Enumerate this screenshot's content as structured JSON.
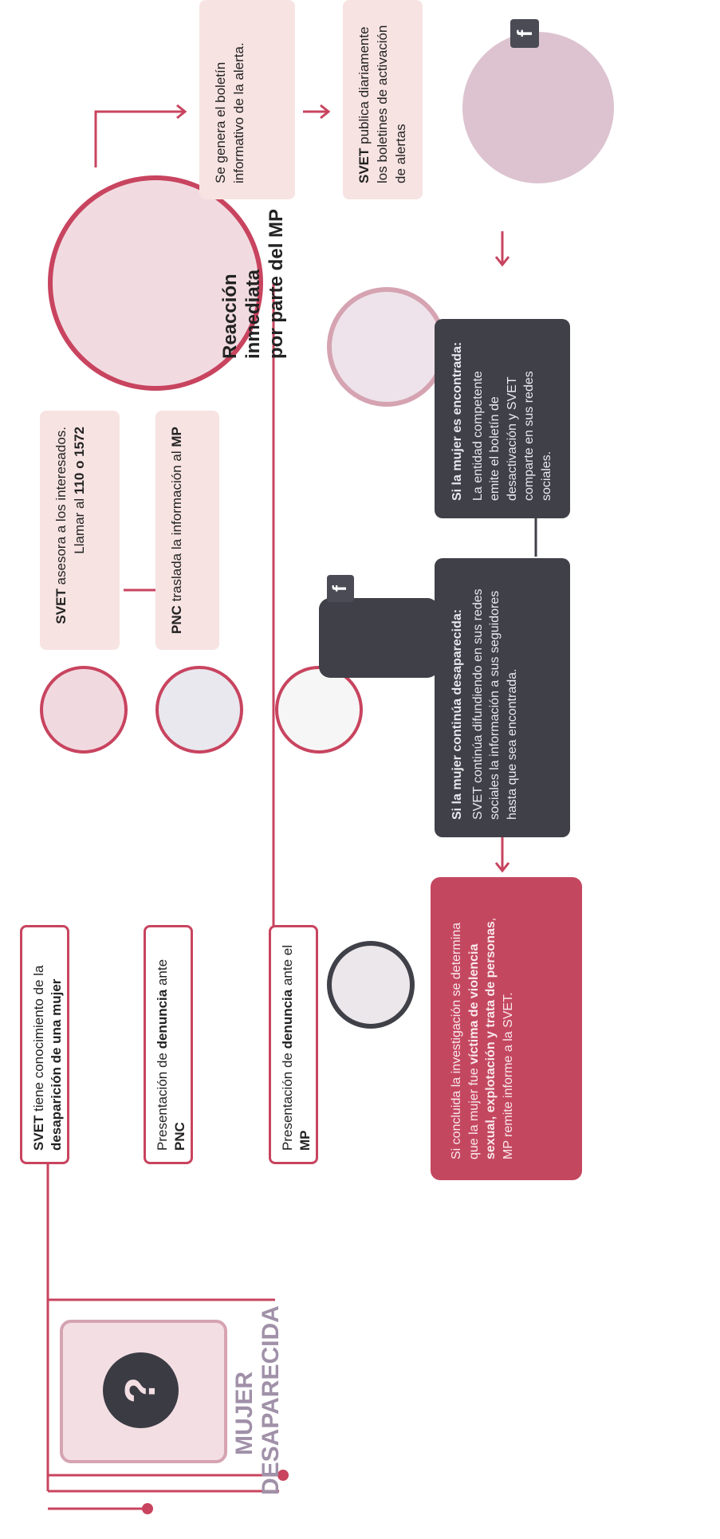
{
  "colors": {
    "accent": "#c8445f",
    "dark_box": "#3f4048",
    "pink_box": "#f7e3e2",
    "red_box": "#c44760"
  },
  "missing_card": {
    "line1": "MUJER",
    "line2": "DESAPARECIDA",
    "icon": "question-silhouette-icon"
  },
  "steps": [
    {
      "pre": "",
      "bold1": "SVET",
      "mid": " tiene conocimiento de la ",
      "bold2": "desaparición de una mujer",
      "post": ""
    },
    {
      "pre": "Presentación de ",
      "bold1": "denuncia",
      "mid": " ante ",
      "bold2": "PNC",
      "post": ""
    },
    {
      "pre": "Presentación de ",
      "bold1": "denuncia",
      "mid": " ante el ",
      "bold2": "MP",
      "post": ""
    }
  ],
  "actions": [
    {
      "bold": "SVET",
      "text": " asesora a los interesados.",
      "line2": "Llamar al ",
      "bold2": "110 o 1572"
    },
    {
      "bold": "PNC",
      "text": " traslada la información al ",
      "bold2": "MP"
    }
  ],
  "reaction": {
    "line1": "Reacción inmediata",
    "line2": "por parte del MP"
  },
  "bulletin": {
    "text": "Se genera el boletín informativo de la alerta."
  },
  "publish": {
    "bold": "SVET",
    "text": " publica diariamente los boletines de activación de alertas"
  },
  "found": {
    "title": "Si la mujer es encontrada:",
    "text": "La entidad competente emite el boletín de desactivación y SVET comparte en sus redes sociales."
  },
  "missing": {
    "title": "Si la mujer continúa desaparecida:",
    "text": "SVET continúa difundiendo en sus redes sociales la información a sus seguidores hasta que sea encontrada."
  },
  "investigation": {
    "pre": "Si concluida la investigación se determina que la mujer fue ",
    "bold": "víctima de violencia sexual, explotación y trata de personas",
    "post": ", MP remite informe a la SVET."
  }
}
